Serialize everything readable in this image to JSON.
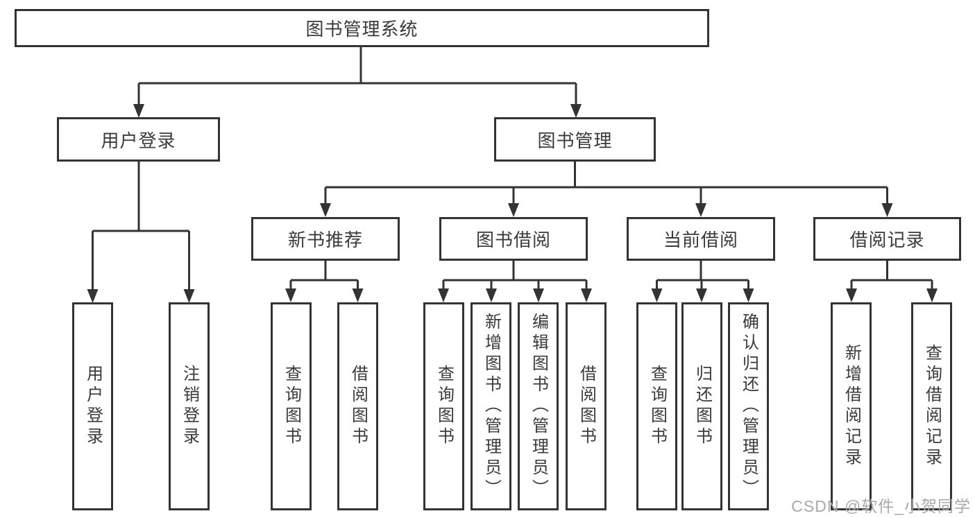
{
  "watermark": "CSDN @软件_小贺同学",
  "diagram": {
    "root": "图书管理系统",
    "user_login": {
      "label": "用户登录",
      "children": [
        "用户登录",
        "注销登录"
      ]
    },
    "book_mgmt": {
      "label": "图书管理",
      "children": [
        {
          "label": "新书推荐",
          "children": [
            "查询图书",
            "借阅图书"
          ]
        },
        {
          "label": "图书借阅",
          "children": [
            "查询图书",
            "新增图书（管理员）",
            "编辑图书（管理员）",
            "借阅图书"
          ]
        },
        {
          "label": "当前借阅",
          "children": [
            "查询图书",
            "归还图书",
            "确认归还（管理员）"
          ]
        },
        {
          "label": "借阅记录",
          "children": [
            "新增借阅记录",
            "查询借阅记录"
          ]
        }
      ]
    }
  }
}
